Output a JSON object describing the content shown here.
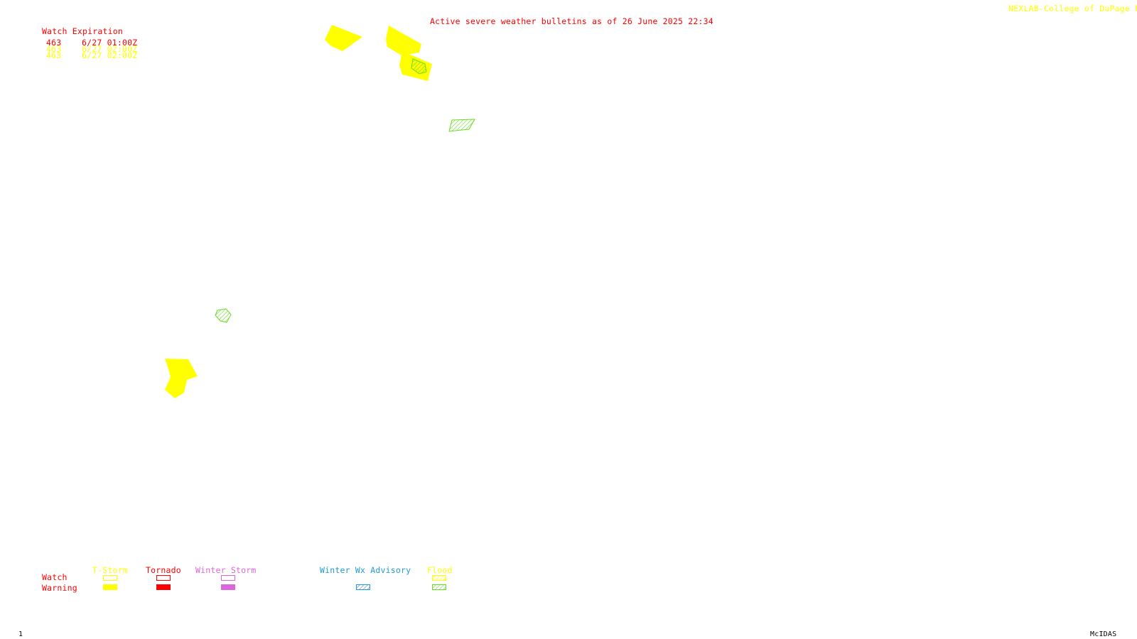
{
  "header": {
    "title": "Active severe weather bulletins as of 26 June 2025 22:34",
    "credit": "NEXLAB-College of DuPage R"
  },
  "watch_expiration": {
    "heading": "Watch Expiration",
    "rows": [
      {
        "id": "463",
        "time": "6/27 01:00Z",
        "color": "#ff0000"
      },
      {
        "id": "463",
        "time": "6/27 02:00Z",
        "color": "#ffff00"
      },
      {
        "id": "463",
        "time": "6/27 02:00Z",
        "color": "#ffff00"
      }
    ]
  },
  "map_features": [
    {
      "kind": "T-Storm Warning",
      "color": "#ffff00",
      "fill": "solid"
    },
    {
      "kind": "T-Storm Warning",
      "color": "#ffff00",
      "fill": "solid"
    },
    {
      "kind": "T-Storm Warning",
      "color": "#ffff00",
      "fill": "solid"
    },
    {
      "kind": "Flood Warning",
      "color": "#66dd22",
      "fill": "hatched"
    },
    {
      "kind": "Flood Warning",
      "color": "#66dd22",
      "fill": "hatched"
    },
    {
      "kind": "Flood Warning",
      "color": "#66dd22",
      "fill": "hatched"
    },
    {
      "kind": "T-Storm Warning",
      "color": "#ffff00",
      "fill": "solid"
    }
  ],
  "legend": {
    "row_watch": "Watch",
    "row_warning": "Warning",
    "categories": [
      {
        "label": "T-Storm",
        "color": "#ffff00",
        "watch": "outline",
        "warning": "solid"
      },
      {
        "label": "Tornado",
        "color": "#ff0000",
        "watch": "outline",
        "warning": "solid"
      },
      {
        "label": "Winter Storm",
        "color": "#dd66dd",
        "watch": "outline",
        "warning": "solid"
      },
      {
        "label": "Winter Wx Advisory",
        "color": "#2299dd",
        "warning": "hatched"
      },
      {
        "label": "Flood",
        "color": "#ffff00",
        "watch": "hatched",
        "warning": "hatched",
        "warning_color": "#66dd22"
      }
    ]
  },
  "footer": {
    "frame_number": "1",
    "software": "McIDAS"
  }
}
